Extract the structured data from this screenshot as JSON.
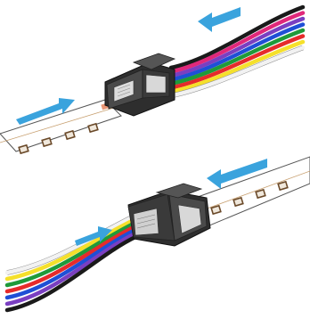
{
  "figure": {
    "panels": [
      {
        "id": "top",
        "description_hidden": "",
        "arrows": [
          {
            "icon": "arrow-left-icon",
            "direction": "left"
          },
          {
            "icon": "arrow-right-icon",
            "direction": "right"
          }
        ],
        "wire_colors": [
          "#1a1a1a",
          "#e0287a",
          "#7a3fc1",
          "#1f4fd6",
          "#1f9a3a",
          "#e62b2b",
          "#f5e02b",
          "#f2f2f2"
        ],
        "led_count": 4
      },
      {
        "id": "bottom",
        "arrows": [
          {
            "icon": "arrow-left-icon",
            "direction": "left"
          },
          {
            "icon": "arrow-right-icon",
            "direction": "right"
          }
        ],
        "wire_colors": [
          "#f2f2f2",
          "#f5e02b",
          "#1f9a3a",
          "#e62b2b",
          "#1f4fd6",
          "#7a3fc1",
          "#1a1a1a"
        ],
        "led_count": 4
      }
    ],
    "colors": {
      "arrow": "#3aa3dd",
      "strip": "#ffffff",
      "strip_outline": "#555555",
      "led": "#6b4a2a",
      "connector": "#3a3a3a"
    }
  }
}
